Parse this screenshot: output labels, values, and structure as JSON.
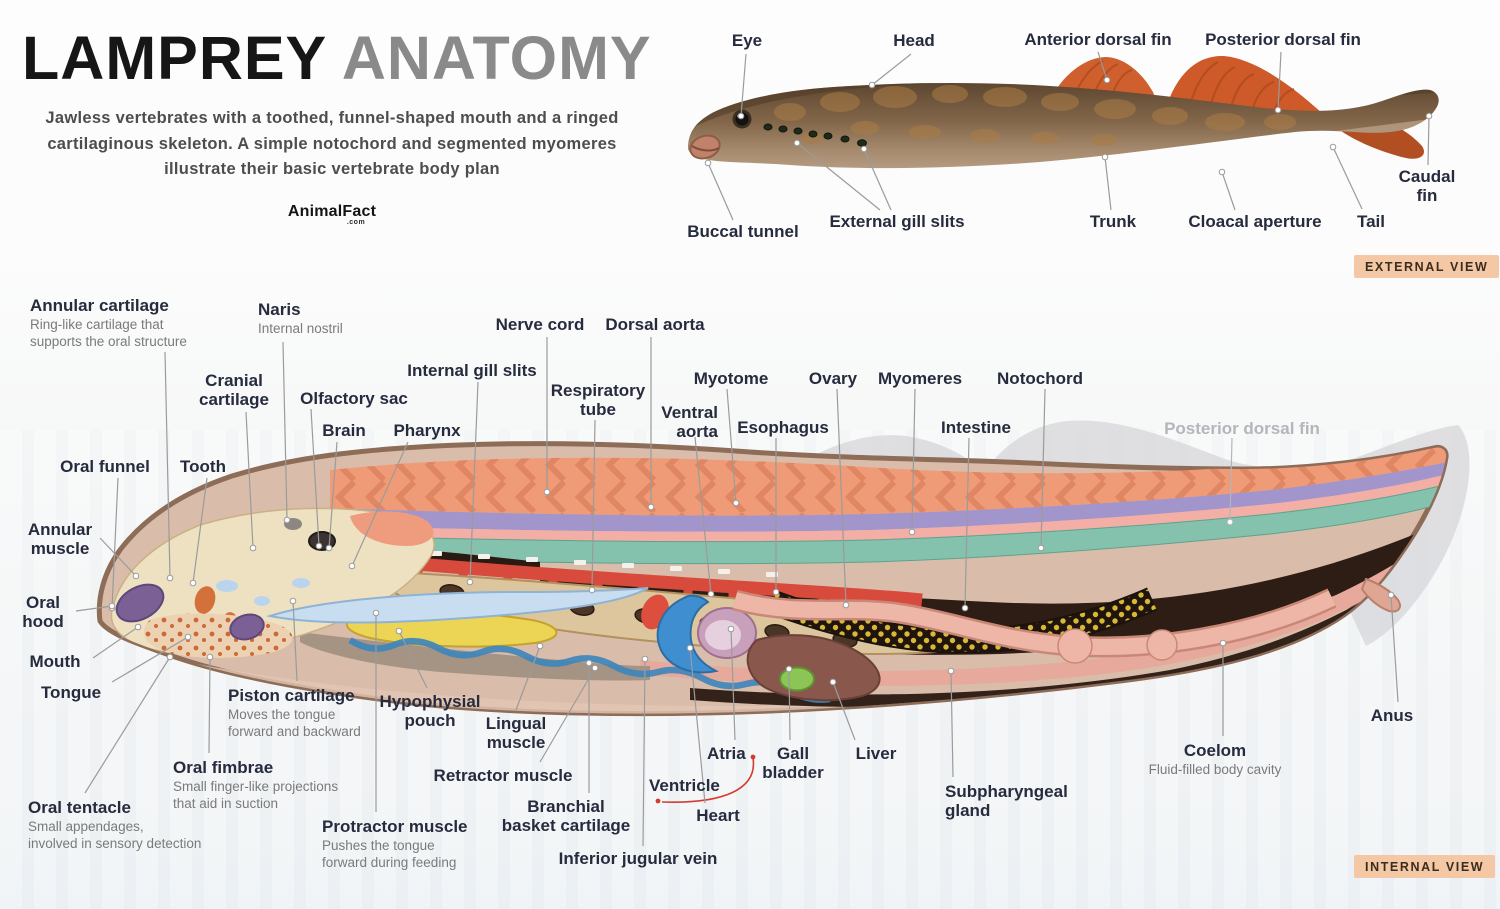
{
  "header": {
    "title_primary": "LAMPREY",
    "title_secondary": "ANATOMY",
    "subtitle_lines": [
      "Jawless vertebrates with a toothed, funnel-shaped mouth and a ringed",
      "cartilaginous skeleton. A simple notochord and segmented myomeres",
      "illustrate their basic vertebrate body plan"
    ],
    "logo_text": "AnimalFact",
    "logo_suffix": ".com"
  },
  "external_view": {
    "badge": "EXTERNAL VIEW",
    "labels": [
      {
        "id": "eye",
        "text": "Eye"
      },
      {
        "id": "head",
        "text": "Head"
      },
      {
        "id": "anterior-dorsal-fin",
        "text": "Anterior dorsal fin"
      },
      {
        "id": "posterior-dorsal-fin",
        "text": "Posterior dorsal fin"
      },
      {
        "id": "buccal-tunnel",
        "text": "Buccal tunnel"
      },
      {
        "id": "external-gill-slits",
        "text": "External gill slits"
      },
      {
        "id": "trunk",
        "text": "Trunk"
      },
      {
        "id": "cloacal-aperture",
        "text": "Cloacal aperture"
      },
      {
        "id": "tail",
        "text": "Tail"
      },
      {
        "id": "caudal-fin",
        "text": "Caudal fin"
      }
    ]
  },
  "internal_view": {
    "badge": "INTERNAL VIEW",
    "labels": [
      {
        "id": "annular-cartilage",
        "text": "Annular cartilage",
        "sub": "Ring-like cartilage that\nsupports the oral structure"
      },
      {
        "id": "naris",
        "text": "Naris",
        "sub": "Internal nostril"
      },
      {
        "id": "cranial-cartilage",
        "text": "Cranial\ncartilage"
      },
      {
        "id": "olfactory-sac",
        "text": "Olfactory sac"
      },
      {
        "id": "brain",
        "text": "Brain"
      },
      {
        "id": "pharynx",
        "text": "Pharynx"
      },
      {
        "id": "nerve-cord",
        "text": "Nerve cord"
      },
      {
        "id": "dorsal-aorta",
        "text": "Dorsal aorta"
      },
      {
        "id": "internal-gill-slits",
        "text": "Internal gill slits"
      },
      {
        "id": "respiratory-tube",
        "text": "Respiratory\ntube"
      },
      {
        "id": "myotome",
        "text": "Myotome"
      },
      {
        "id": "ovary",
        "text": "Ovary"
      },
      {
        "id": "myomeres",
        "text": "Myomeres"
      },
      {
        "id": "notochord",
        "text": "Notochord"
      },
      {
        "id": "ventral-aorta",
        "text": "Ventral\naorta"
      },
      {
        "id": "esophagus",
        "text": "Esophagus"
      },
      {
        "id": "intestine",
        "text": "Intestine"
      },
      {
        "id": "posterior-dorsal-fin-internal",
        "text": "Posterior dorsal fin"
      },
      {
        "id": "oral-funnel",
        "text": "Oral funnel"
      },
      {
        "id": "tooth",
        "text": "Tooth"
      },
      {
        "id": "annular-muscle",
        "text": "Annular\nmuscle"
      },
      {
        "id": "oral-hood",
        "text": "Oral\nhood"
      },
      {
        "id": "mouth",
        "text": "Mouth"
      },
      {
        "id": "tongue",
        "text": "Tongue"
      },
      {
        "id": "piston-cartilage",
        "text": "Piston cartilage",
        "sub": "Moves the tongue\nforward and backward"
      },
      {
        "id": "hypophysial-pouch",
        "text": "Hypophysial\npouch"
      },
      {
        "id": "lingual-muscle",
        "text": "Lingual\nmuscle"
      },
      {
        "id": "retractor-muscle",
        "text": "Retractor muscle"
      },
      {
        "id": "oral-fimbrae",
        "text": "Oral fimbrae",
        "sub": "Small finger-like projections\nthat aid in suction"
      },
      {
        "id": "oral-tentacle",
        "text": "Oral tentacle",
        "sub": "Small appendages,\ninvolved in sensory detection"
      },
      {
        "id": "protractor-muscle",
        "text": "Protractor muscle",
        "sub": "Pushes the tongue\nforward during feeding"
      },
      {
        "id": "branchial-basket-cartilage",
        "text": "Branchial\nbasket cartilage"
      },
      {
        "id": "inferior-jugular-vein",
        "text": "Inferior jugular vein"
      },
      {
        "id": "atria",
        "text": "Atria"
      },
      {
        "id": "ventricle",
        "text": "Ventricle"
      },
      {
        "id": "heart",
        "text": "Heart"
      },
      {
        "id": "gall-bladder",
        "text": "Gall\nbladder"
      },
      {
        "id": "liver",
        "text": "Liver"
      },
      {
        "id": "subpharyngeal-gland",
        "text": "Subpharyngeal\ngland"
      },
      {
        "id": "coelom",
        "text": "Coelom",
        "sub": "Fluid-filled body cavity"
      },
      {
        "id": "anus",
        "text": "Anus"
      }
    ]
  },
  "colors": {
    "label_text": "#262b3e",
    "sub_text": "#7a7a7a",
    "ghost_label": "#b5b5bb",
    "leader_line": "#9b9b9b",
    "badge_bg": "#f5c8a5",
    "badge_text": "#3a2d20",
    "title_primary": "#161616",
    "title_secondary": "#8a8a8a",
    "heart_bracket_red": "#d43c30",
    "fin_orange": "#cf5d2c",
    "body_brown": "#83664a",
    "notochord_teal": "#85c2ae",
    "myomere_salmon": "#f09b77"
  }
}
